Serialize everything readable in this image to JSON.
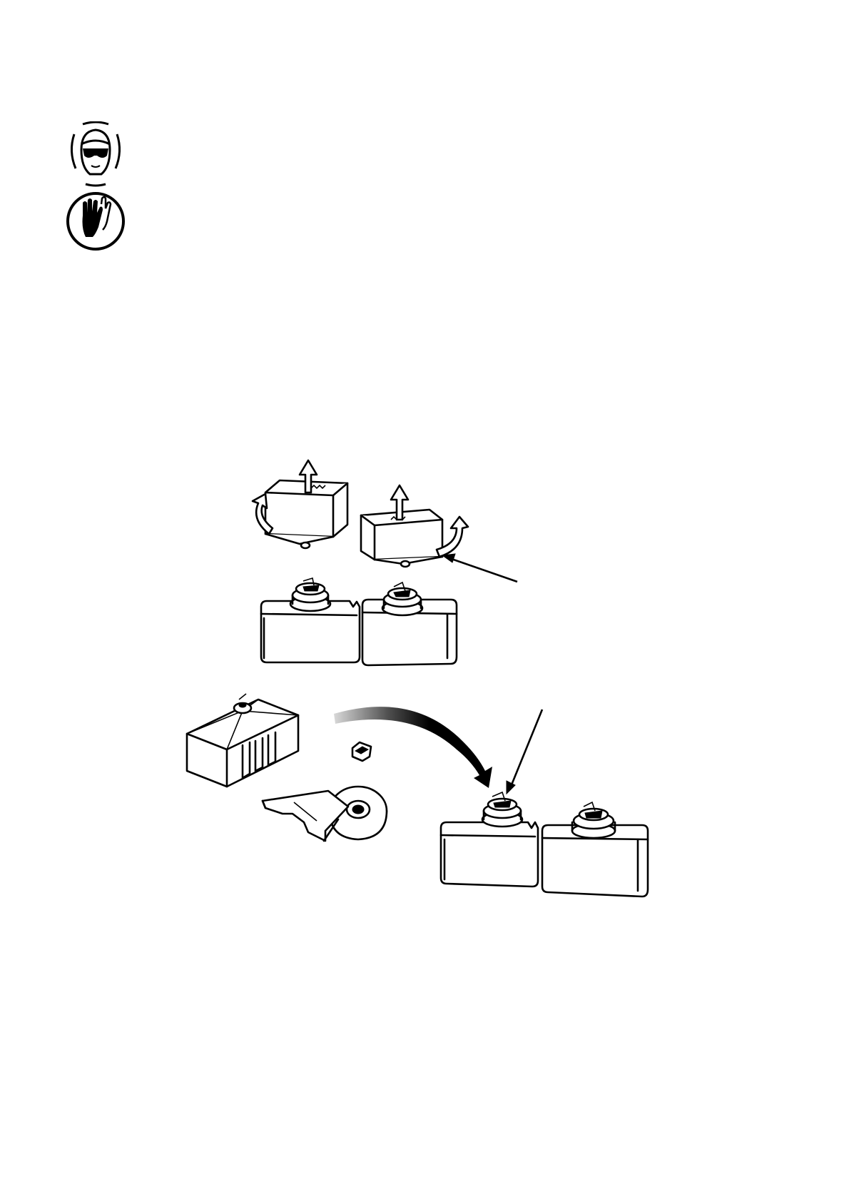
{
  "page": {
    "background": "#ffffff",
    "ink": "#000000"
  },
  "safety_icons": [
    {
      "name": "eye-protection-icon"
    },
    {
      "name": "protective-gloves-icon"
    }
  ],
  "figure": {
    "parts": [
      "cap-left-icon",
      "cap-right-icon",
      "ink-cartridge-pair-top",
      "ink-reservoir-block",
      "connector-plug",
      "spool-with-clip",
      "ink-cartridge-pair-bottom"
    ],
    "arrows": [
      "lift-arrow-left",
      "lift-arrow-right",
      "rotate-arrow-left",
      "rotate-arrow-right",
      "pointer-arrow-top",
      "pointer-arrow-bottom",
      "transfer-arrow"
    ]
  }
}
